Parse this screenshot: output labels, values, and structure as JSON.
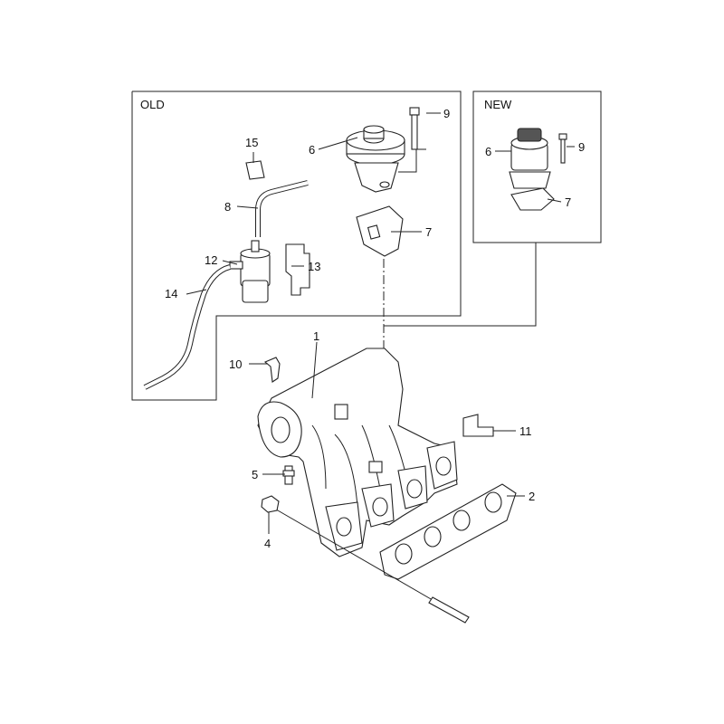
{
  "diagram": {
    "panels": {
      "old_title": "OLD",
      "new_title": "NEW"
    },
    "callouts": {
      "p1": "1",
      "p2": "2",
      "p4": "4",
      "p5": "5",
      "p6_old": "6",
      "p7_old": "7",
      "p8": "8",
      "p9_old": "9",
      "p10": "10",
      "p11": "11",
      "p12": "12",
      "p13": "13",
      "p14": "14",
      "p15": "15",
      "p6_new": "6",
      "p7_new": "7",
      "p9_new": "9"
    }
  }
}
